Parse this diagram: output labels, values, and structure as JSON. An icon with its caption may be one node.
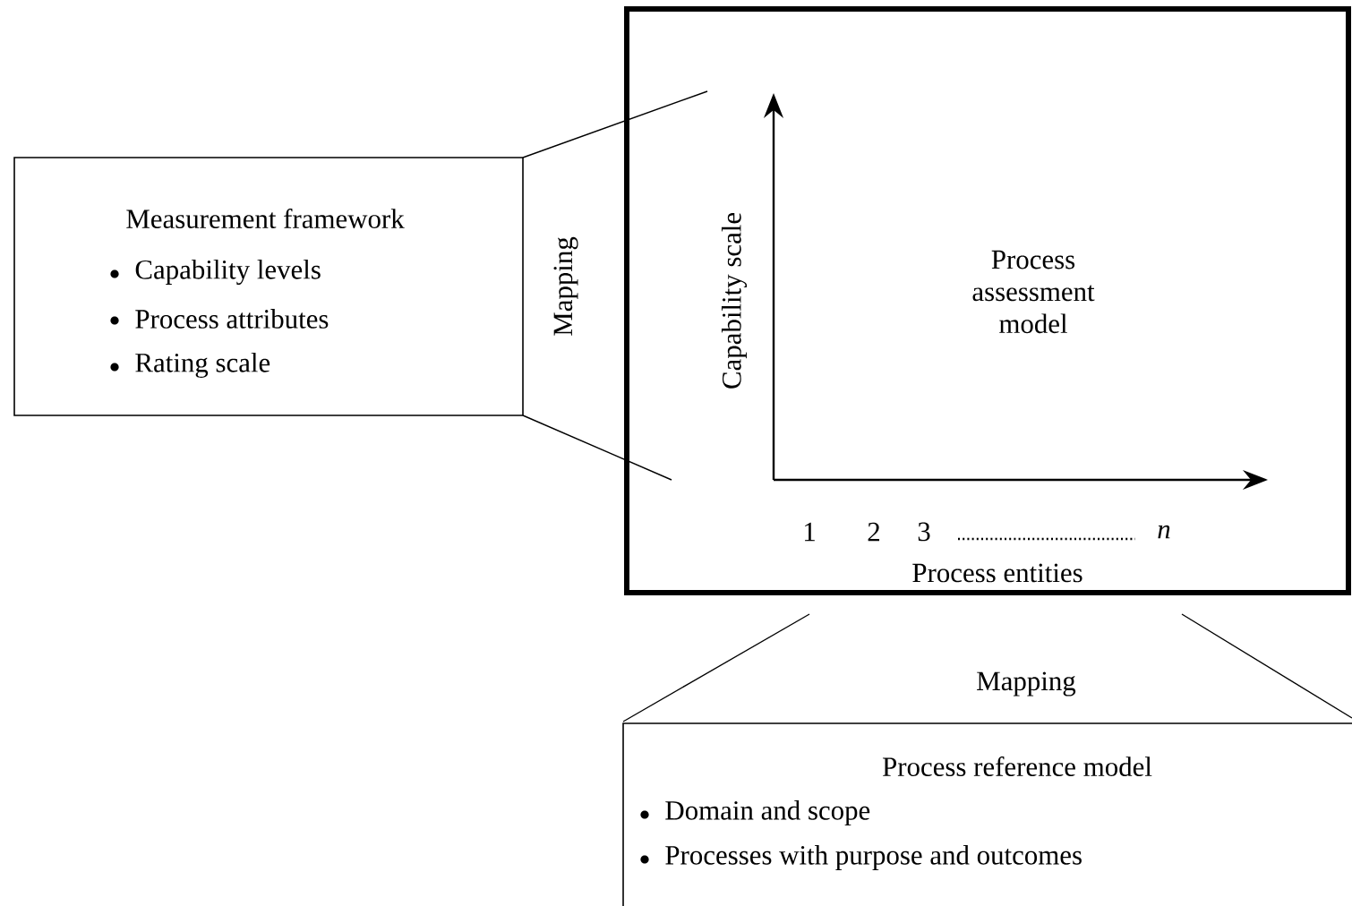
{
  "diagram": {
    "nodes": [
      {
        "text": [
          "Process assessment model"
        ]
      },
      {
        "text": [
          "Measurement framework",
          "Capability levels",
          "Process attributes",
          "Rating scale"
        ]
      },
      {
        "text": [
          "Mapping"
        ]
      },
      {
        "text": [
          "Mapping"
        ]
      },
      {
        "text": [
          "Process reference model",
          "Domain and scope",
          "Processes with purpose and outcomes"
        ]
      }
    ],
    "labels": [
      "Capability scale",
      "1",
      "2",
      "3",
      "n",
      "Process entities"
    ]
  }
}
